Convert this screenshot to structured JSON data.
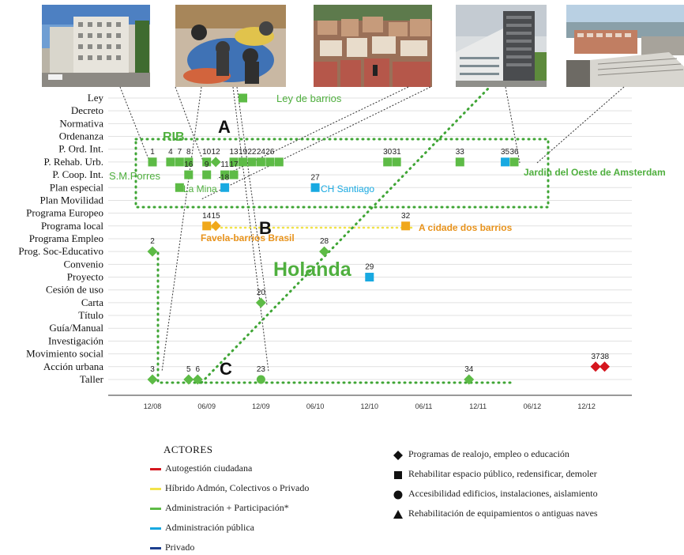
{
  "chart_data": {
    "type": "scatter",
    "x_ticks": [
      "12/08",
      "06/09",
      "12/09",
      "06/10",
      "12/10",
      "06/11",
      "12/11",
      "06/12",
      "12/12"
    ],
    "categories": [
      "Ley",
      "Decreto",
      "Normativa",
      "Ordenanza",
      "P. Ord. Int.",
      "P. Rehab. Urb.",
      "P. Coop. Int.",
      "Plan especial",
      "Plan Movilidad",
      "Programa Europeo",
      "Programa local",
      "Programa Empleo",
      "Prog. Soc-Educativo",
      "Convenio",
      "Proyecto",
      "Cesión de uso",
      "Carta",
      "Título",
      "Guía/Manual",
      "Investigación",
      "Movimiento social",
      "Acción urbana",
      "Taller"
    ],
    "points": [
      {
        "id": "",
        "x": "10/09",
        "cat": "Ley",
        "shape": "square",
        "actor": "green"
      },
      {
        "id": "1",
        "x": "12/08",
        "cat": "P. Rehab. Urb.",
        "shape": "square",
        "actor": "green"
      },
      {
        "id": "",
        "x": "12/08",
        "cat": "P. Rehab. Urb.",
        "shape": "square",
        "actor": "green"
      },
      {
        "id": "4",
        "x": "02/09",
        "cat": "P. Rehab. Urb.",
        "shape": "square",
        "actor": "green"
      },
      {
        "id": "7",
        "x": "03/09",
        "cat": "P. Rehab. Urb.",
        "shape": "square",
        "actor": "green"
      },
      {
        "id": "8",
        "x": "04/09",
        "cat": "P. Rehab. Urb.",
        "shape": "square",
        "actor": "green"
      },
      {
        "id": "10",
        "x": "06/09",
        "cat": "P. Rehab. Urb.",
        "shape": "square",
        "actor": "green"
      },
      {
        "id": "12",
        "x": "07/09",
        "cat": "P. Rehab. Urb.",
        "shape": "diamond",
        "actor": "green"
      },
      {
        "id": "13",
        "x": "09/09",
        "cat": "P. Rehab. Urb.",
        "shape": "square",
        "actor": "green"
      },
      {
        "id": "19",
        "x": "10/09",
        "cat": "P. Rehab. Urb.",
        "shape": "square",
        "actor": "green"
      },
      {
        "id": "22",
        "x": "11/09",
        "cat": "P. Rehab. Urb.",
        "shape": "square",
        "actor": "green"
      },
      {
        "id": "24",
        "x": "12/09",
        "cat": "P. Rehab. Urb.",
        "shape": "square",
        "actor": "green"
      },
      {
        "id": "26",
        "x": "01/10",
        "cat": "P. Rehab. Urb.",
        "shape": "square",
        "actor": "green"
      },
      {
        "id": "",
        "x": "02/10",
        "cat": "P. Rehab. Urb.",
        "shape": "square",
        "actor": "green"
      },
      {
        "id": "30",
        "x": "02/11",
        "cat": "P. Rehab. Urb.",
        "shape": "square",
        "actor": "green"
      },
      {
        "id": "31",
        "x": "03/11",
        "cat": "P. Rehab. Urb.",
        "shape": "square",
        "actor": "green"
      },
      {
        "id": "33",
        "x": "10/11",
        "cat": "P. Rehab. Urb.",
        "shape": "square",
        "actor": "green"
      },
      {
        "id": "35",
        "x": "03/12",
        "cat": "P. Rehab. Urb.",
        "shape": "square",
        "actor": "blue"
      },
      {
        "id": "36",
        "x": "04/12",
        "cat": "P. Rehab. Urb.",
        "shape": "square",
        "actor": "green"
      },
      {
        "id": "9",
        "x": "06/09",
        "cat": "P. Coop. Int.",
        "shape": "square",
        "actor": "green"
      },
      {
        "id": "16",
        "x": "04/09",
        "cat": "P. Coop. Int.",
        "shape": "square",
        "actor": "green"
      },
      {
        "id": "11",
        "x": "08/09",
        "cat": "P. Coop. Int.",
        "shape": "square",
        "actor": "green"
      },
      {
        "id": "17",
        "x": "09/09",
        "cat": "P. Coop. Int.",
        "shape": "square",
        "actor": "green"
      },
      {
        "id": "",
        "x": "03/09",
        "cat": "Plan especial",
        "shape": "square",
        "actor": "green"
      },
      {
        "id": "18",
        "x": "08/09",
        "cat": "Plan especial",
        "shape": "square",
        "actor": "blue"
      },
      {
        "id": "27",
        "x": "06/10",
        "cat": "Plan especial",
        "shape": "square",
        "actor": "blue"
      },
      {
        "id": "14",
        "x": "06/09",
        "cat": "Programa local",
        "shape": "square",
        "actor": "yellow"
      },
      {
        "id": "15",
        "x": "07/09",
        "cat": "Programa local",
        "shape": "diamond",
        "actor": "yellow"
      },
      {
        "id": "32",
        "x": "04/11",
        "cat": "Programa local",
        "shape": "square",
        "actor": "yellow"
      },
      {
        "id": "2",
        "x": "12/08",
        "cat": "Prog. Soc-Educativo",
        "shape": "diamond",
        "actor": "green"
      },
      {
        "id": "28",
        "x": "07/10",
        "cat": "Prog. Soc-Educativo",
        "shape": "diamond",
        "actor": "green"
      },
      {
        "id": "29",
        "x": "12/10",
        "cat": "Proyecto",
        "shape": "square",
        "actor": "blue"
      },
      {
        "id": "20",
        "x": "12/09",
        "cat": "Carta",
        "shape": "diamond",
        "actor": "green"
      },
      {
        "id": "37",
        "x": "01/13",
        "cat": "Acción urbana",
        "shape": "diamond",
        "actor": "red"
      },
      {
        "id": "38",
        "x": "02/13",
        "cat": "Acción urbana",
        "shape": "diamond",
        "actor": "red"
      },
      {
        "id": "3",
        "x": "12/08",
        "cat": "Taller",
        "shape": "diamond",
        "actor": "green"
      },
      {
        "id": "5",
        "x": "04/09",
        "cat": "Taller",
        "shape": "diamond",
        "actor": "green"
      },
      {
        "id": "6",
        "x": "05/09",
        "cat": "Taller",
        "shape": "diamond",
        "actor": "green"
      },
      {
        "id": "23",
        "x": "12/09",
        "cat": "Taller",
        "shape": "circle",
        "actor": "green"
      },
      {
        "id": "34",
        "x": "11/11",
        "cat": "Taller",
        "shape": "diamond",
        "actor": "green"
      }
    ],
    "annotations": {
      "A": "A",
      "B": "B",
      "C": "C",
      "RIB": "RIB",
      "SMPorres": "S.M.Porres",
      "LaMina": "La Mina",
      "LeyBarrios": "Ley de barrios",
      "CHSantiago": "CH Santiago",
      "Favela": "Favela-barrios Brasil",
      "Cidade": "A cidade dos barrios",
      "Holanda": "Holanda",
      "Jardin": "Jardin del Oeste de Amsterdam",
      "row_num_labels": "1     4     7       8        9",
      "rehab_labels": "13 19 22   24 26"
    },
    "colors": {
      "green": "#5dbb46",
      "blue": "#18a9e1",
      "yellow": "#f0a81b",
      "yellowline": "#f2e34a",
      "red": "#d5161e",
      "navy": "#1d3f8f",
      "dotgreen": "#3fa535",
      "annotgreen": "#4faf3e",
      "annotorange": "#e8931c"
    }
  },
  "legend": {
    "title": "ACTORES",
    "actors": [
      {
        "label": "Autogestión ciudadana",
        "color": "#d5161e"
      },
      {
        "label": "Híbrido Admón, Colectivos o Privado",
        "color": "#f2e34a"
      },
      {
        "label": "Administración + Participación*",
        "color": "#5dbb46"
      },
      {
        "label": "Administración pública",
        "color": "#18a9e1"
      },
      {
        "label": "Privado",
        "color": "#1d3f8f"
      }
    ],
    "shapes": [
      {
        "label": "Programas de realojo, empleo o educación",
        "icon": "diamond-icon"
      },
      {
        "label": "Rehabilitar espacio público, redensificar, demoler",
        "icon": "square-icon"
      },
      {
        "label": "Accesibilidad edificios, instalaciones, aislamiento",
        "icon": "circle-icon"
      },
      {
        "label": "Rehabilitación de equipamientos o antiguas naves",
        "icon": "triangle-icon"
      }
    ]
  }
}
